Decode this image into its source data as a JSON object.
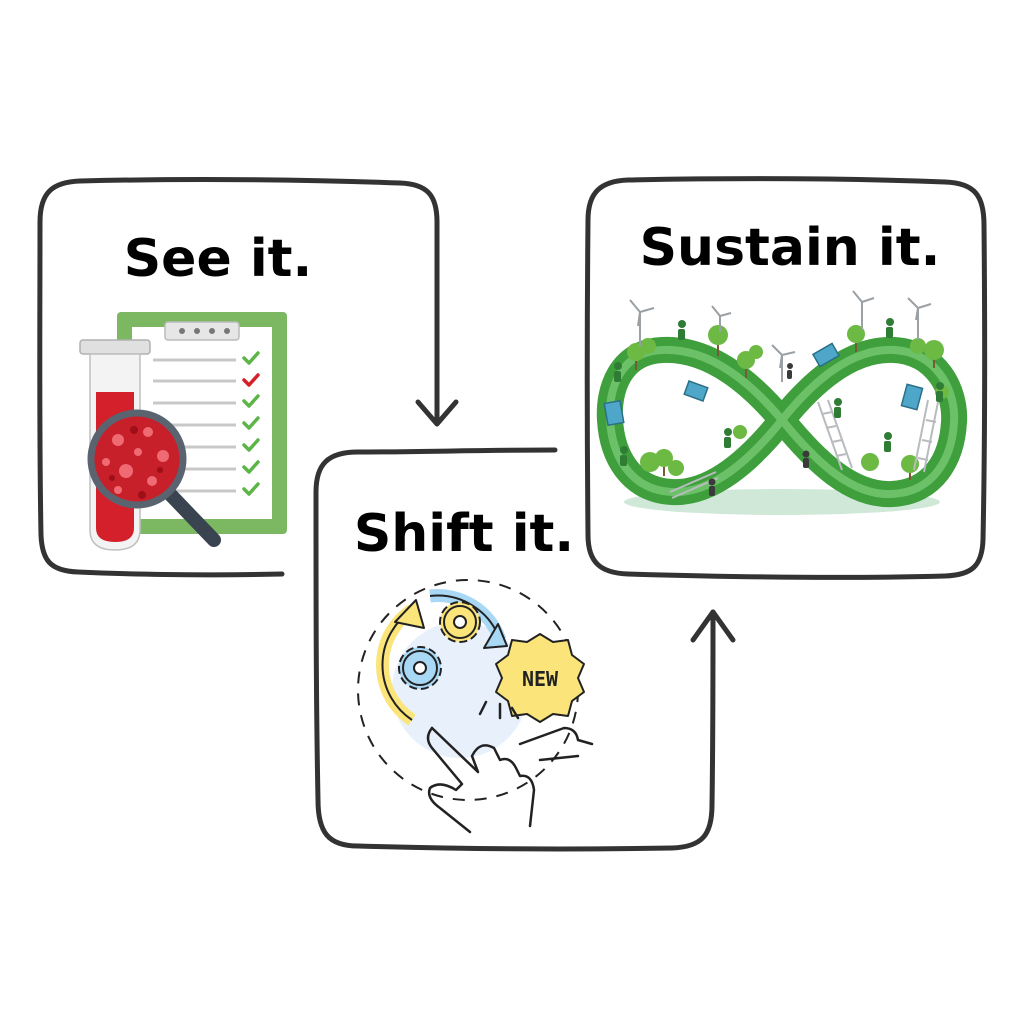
{
  "steps": [
    {
      "label": "See it.",
      "icon": "blood-test-clipboard-icon"
    },
    {
      "label": "Shift it.",
      "icon": "change-gears-hand-icon",
      "badge": "NEW"
    },
    {
      "label": "Sustain it.",
      "icon": "infinity-green-ecosystem-icon"
    }
  ],
  "colors": {
    "outline": "#333333",
    "blood_red": "#d4202a",
    "clipboard_green": "#7cb862",
    "check_green": "#5db548",
    "gear_yellow": "#fbe57a",
    "gear_blue": "#a9d8f5",
    "infinity_green": "#3e9f3c",
    "tree_green": "#6cb944"
  }
}
